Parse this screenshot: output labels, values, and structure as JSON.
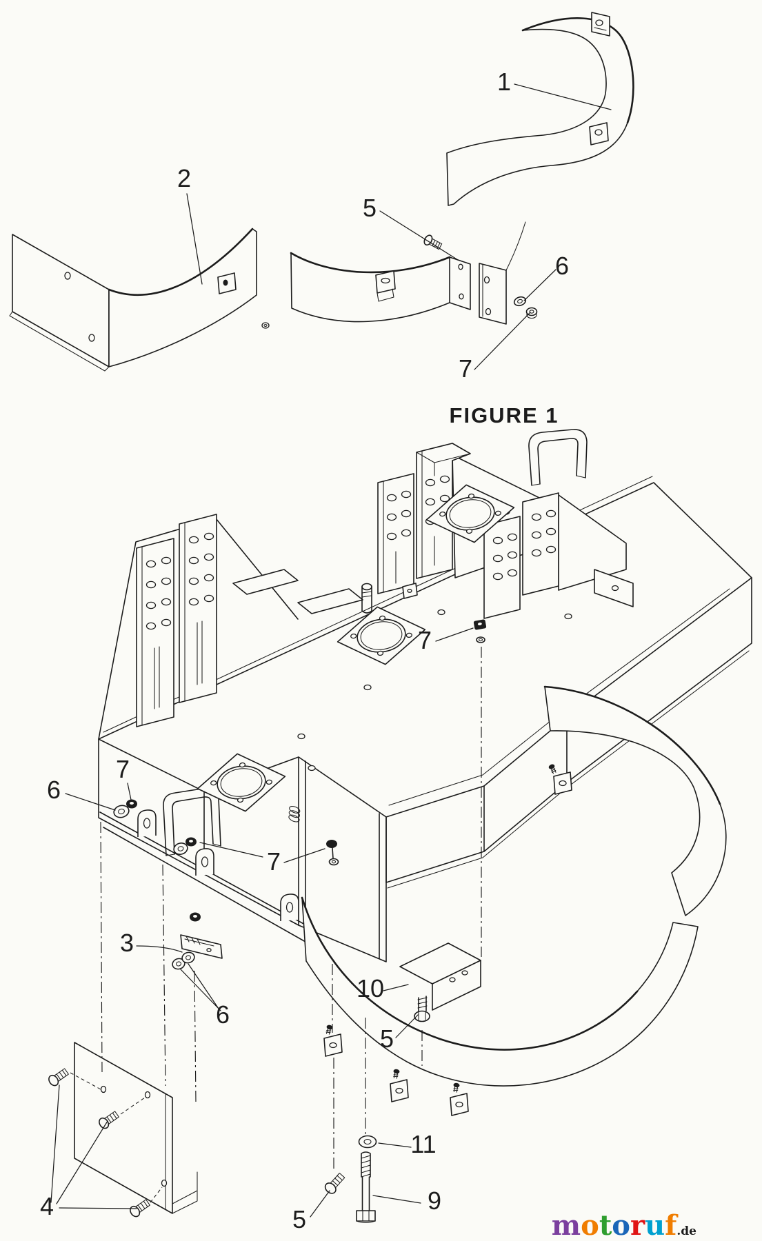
{
  "theme": {
    "background": "#fbfbf7",
    "line_color": "#1c1c1c"
  },
  "figure1": {
    "title": "FIGURE 1"
  },
  "callouts": {
    "fig1": [
      {
        "label": "1"
      },
      {
        "label": "2"
      },
      {
        "label": "5"
      },
      {
        "label": "6"
      },
      {
        "label": "7"
      }
    ],
    "main": [
      {
        "label": "7"
      },
      {
        "label": "6"
      },
      {
        "label": "7"
      },
      {
        "label": "7"
      },
      {
        "label": "3"
      },
      {
        "label": "6"
      },
      {
        "label": "10"
      },
      {
        "label": "5"
      },
      {
        "label": "4"
      },
      {
        "label": "5"
      },
      {
        "label": "11"
      },
      {
        "label": "9"
      }
    ]
  },
  "watermark": {
    "letters": [
      {
        "ch": "m",
        "color": "#7b3f9e"
      },
      {
        "ch": "o",
        "color": "#f07d00"
      },
      {
        "ch": "t",
        "color": "#2f9e2f"
      },
      {
        "ch": "o",
        "color": "#1a66b8"
      },
      {
        "ch": "r",
        "color": "#e01414"
      },
      {
        "ch": "u",
        "color": "#00a0cf"
      },
      {
        "ch": "f",
        "color": "#f07d00"
      }
    ],
    "tld": ".de",
    "tld_color": "#1c1c1c"
  }
}
